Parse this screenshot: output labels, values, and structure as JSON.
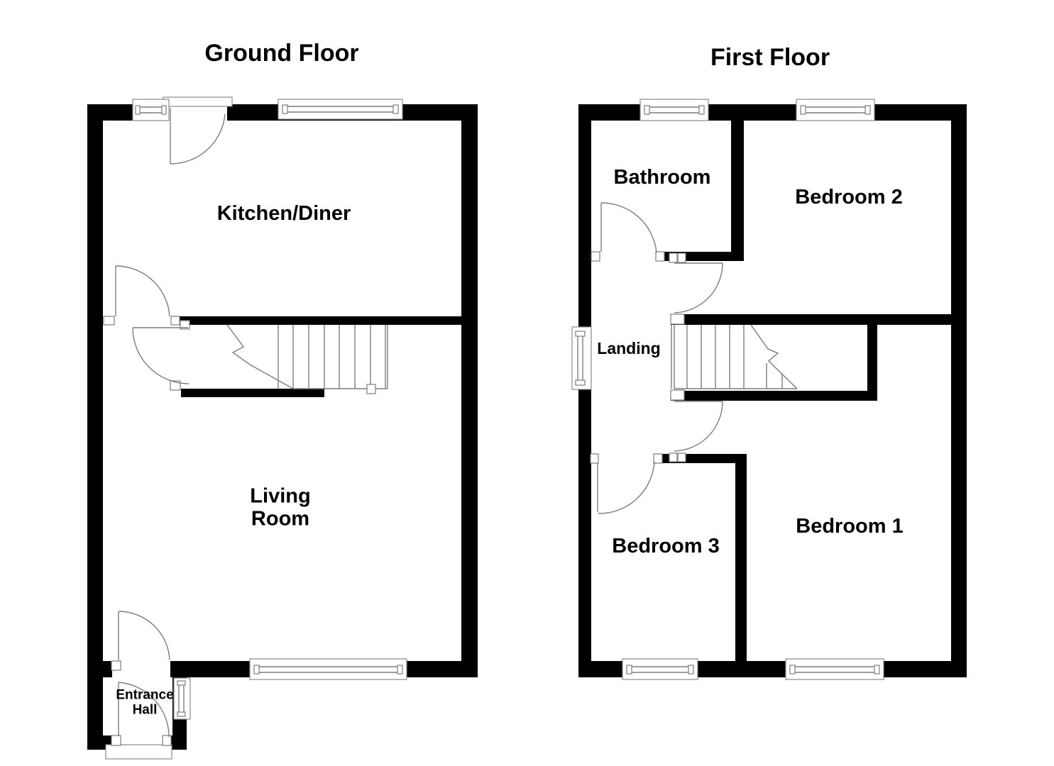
{
  "document": {
    "type": "floorplan",
    "colors": {
      "wall": "#000000",
      "detail_line": "#7d7d7d",
      "background": "#ffffff",
      "text": "#000000"
    }
  },
  "floors": [
    {
      "title": "Ground Floor",
      "rooms": [
        {
          "label": "Kitchen/Diner"
        },
        {
          "label": "Living Room",
          "lines": [
            "Living",
            "Room"
          ]
        },
        {
          "label": "Entrance Hall",
          "lines": [
            "Entrance",
            "Hall"
          ]
        }
      ]
    },
    {
      "title": "First Floor",
      "rooms": [
        {
          "label": "Bathroom"
        },
        {
          "label": "Bedroom 2"
        },
        {
          "label": "Landing"
        },
        {
          "label": "Bedroom 3"
        },
        {
          "label": "Bedroom 1"
        }
      ]
    }
  ]
}
